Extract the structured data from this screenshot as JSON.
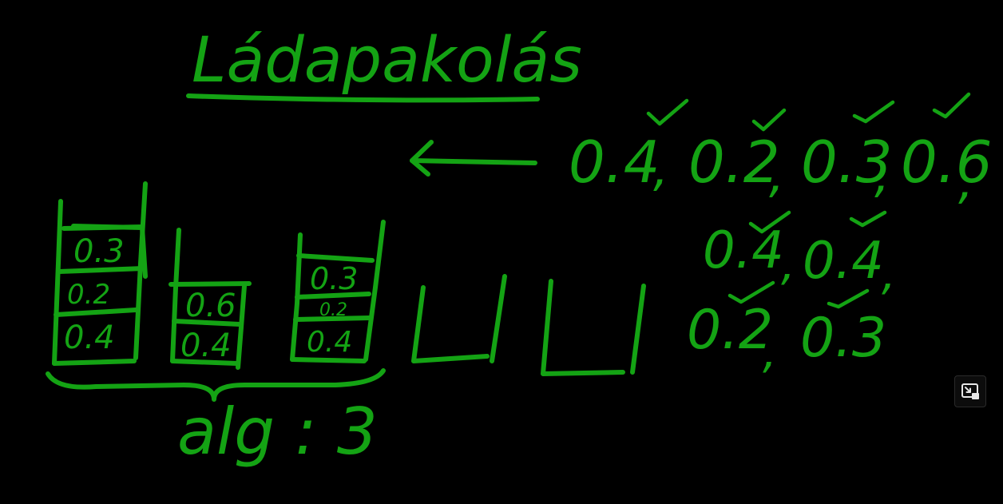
{
  "title": "Ládapakolás",
  "sequence": {
    "line1": [
      "0.4",
      "0.2",
      "0.3",
      "0.6"
    ],
    "line2": [
      "0.4",
      "0.4"
    ],
    "line3": [
      "0.2",
      "0.3"
    ]
  },
  "bins": [
    [
      "0.4",
      "0.2",
      "0.3"
    ],
    [
      "0.6",
      "0.4"
    ],
    [
      "0.4",
      "0.2",
      "0.3"
    ]
  ],
  "result": "alg : 3",
  "controls": {
    "pip_icon": "picture-in-picture-icon"
  },
  "colors": {
    "background": "#000000",
    "ink": "#14a314"
  }
}
